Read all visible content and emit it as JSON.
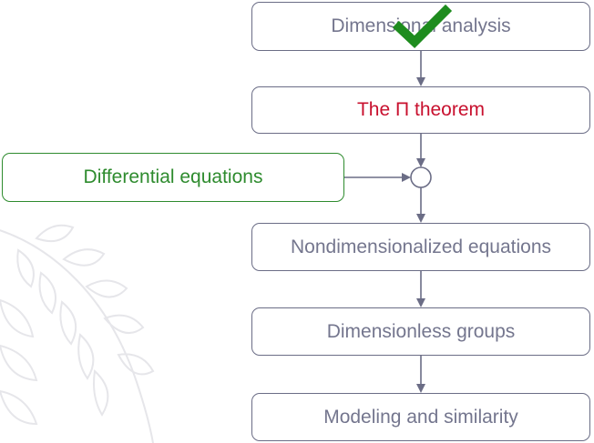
{
  "diagram": {
    "boxes": [
      {
        "id": "b1",
        "label": "Dimensional analysis",
        "state": "completed"
      },
      {
        "id": "b2",
        "label": "The Π theorem",
        "state": "current"
      },
      {
        "id": "b3",
        "label": "Nondimensionalized equations",
        "state": "normal"
      },
      {
        "id": "b4",
        "label": "Dimensionless groups",
        "state": "normal"
      },
      {
        "id": "b5",
        "label": "Modeling and similarity",
        "state": "normal"
      }
    ],
    "side_input": {
      "label": "Differential equations"
    },
    "colors": {
      "border": "#6b6d86",
      "text": "#74768e",
      "current_text": "#c8102e",
      "side_green": "#2e8b2e",
      "check_green": "#1e8c1e",
      "watermark": "#e6e6ea"
    },
    "icons": {
      "completed_mark": "checkmark-icon",
      "merge_node": "circle-junction"
    }
  }
}
